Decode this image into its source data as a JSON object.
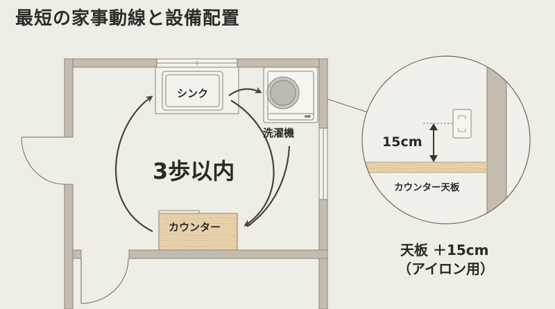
{
  "title": "最短の家事動線と設備配置",
  "floor_plan": {
    "sink_label": "シンク",
    "washer_label": "洗濯機",
    "counter_label": "カウンター",
    "steps_label": "3歩以内"
  },
  "detail_view": {
    "height_label": "15cm",
    "counter_top_label": "カウンター天板"
  },
  "note": {
    "line1": "天板 ＋15cm",
    "line2": "（アイロン用）"
  },
  "colors": {
    "background": "#eeede6",
    "wall": "#c4bcaf",
    "wall_outline": "#8a8275",
    "wood": "#e6cfa8",
    "arrow": "#4a4236"
  }
}
